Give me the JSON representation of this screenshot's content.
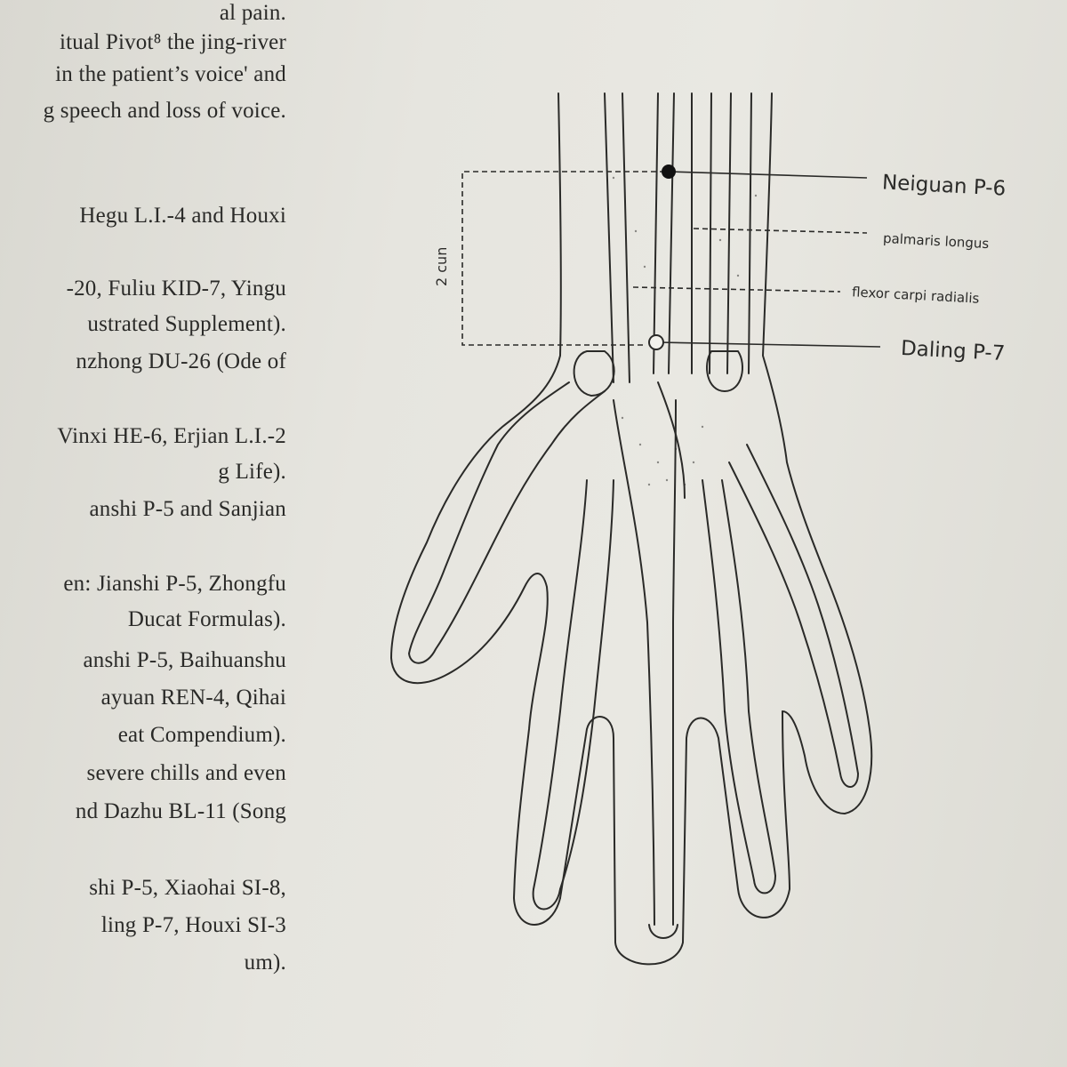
{
  "text_lines": [
    "al pain.",
    "itual Pivot⁸ the jing-river",
    "in the patient’s voice' and",
    "g speech and loss of voice.",
    "",
    "Hegu L.I.-4 and Houxi",
    "",
    "-20, Fuliu KID-7, Yingu",
    "ustrated Supplement).",
    "nzhong DU-26 (Ode of",
    "",
    "Vinxi HE-6, Erjian L.I.-2",
    "g Life).",
    "anshi P-5 and Sanjian",
    "",
    "en: Jianshi P-5, Zhongfu",
    "Ducat Formulas).",
    "anshi P-5, Baihuanshu",
    "ayuan REN-4, Qihai",
    "eat Compendium).",
    "severe chills and even",
    "nd Dazhu BL-11 (Song",
    "",
    "shi P-5, Xiaohai SI-8,",
    "ling P-7, Houxi SI-3",
    "um)."
  ],
  "figure": {
    "neiguan_label": "Neiguan P-6",
    "palmaris_label": "palmaris longus",
    "flexor_label": "flexor carpi radialis",
    "daling_label": "Daling P-7",
    "cun_label": "2 cun"
  }
}
